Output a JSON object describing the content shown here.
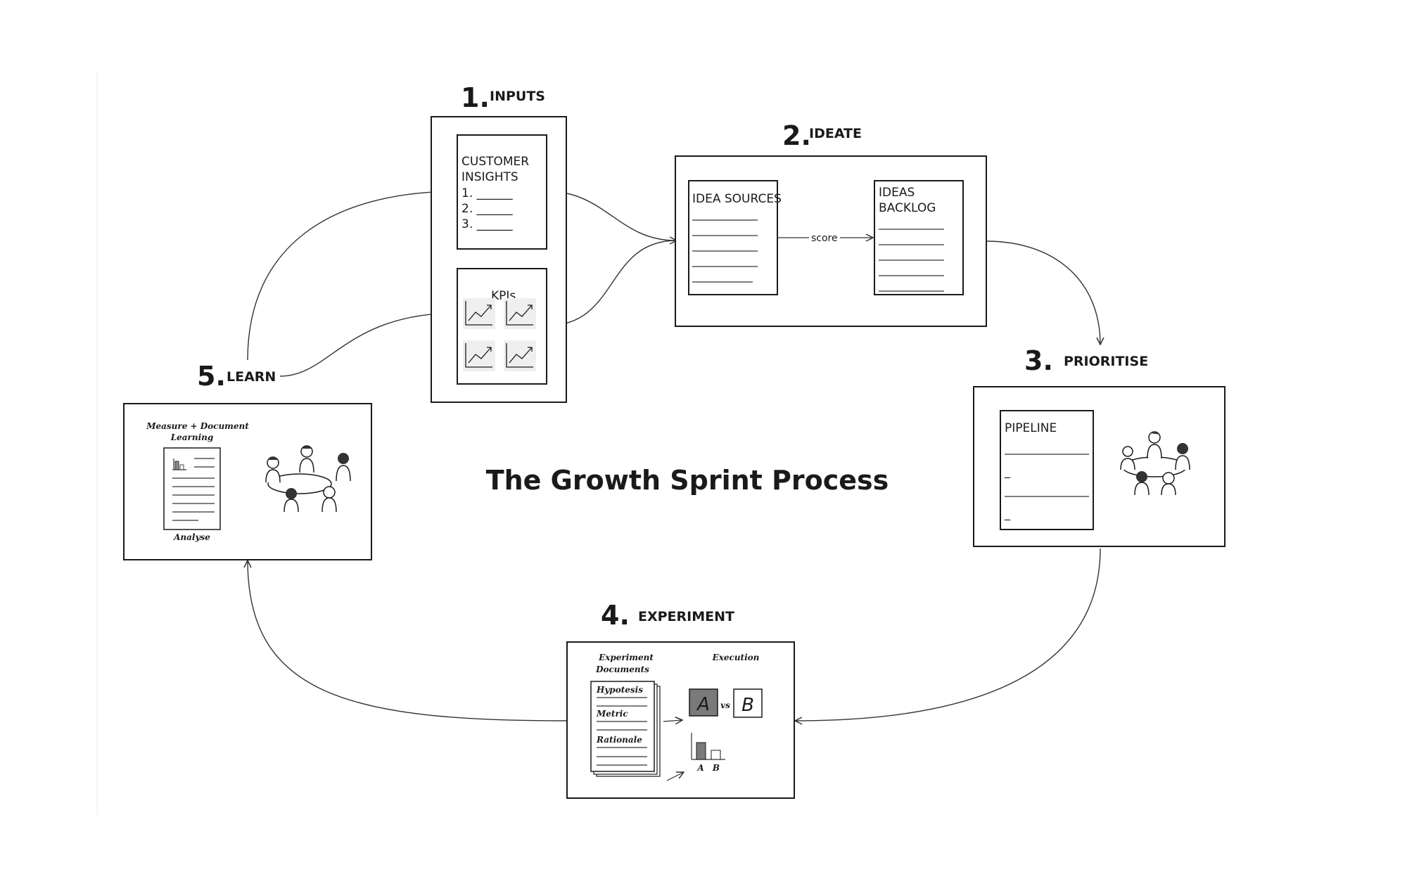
{
  "title": "The Growth Sprint Process",
  "steps": {
    "inputs": {
      "number": "1.",
      "label": "INPUTS"
    },
    "ideate": {
      "number": "2.",
      "label": "IDEATE"
    },
    "prioritise": {
      "number": "3.",
      "label": "PRIORITISE"
    },
    "experiment": {
      "number": "4.",
      "label": "EXPERIMENT"
    },
    "learn": {
      "number": "5.",
      "label": "LEARN"
    }
  },
  "inputs": {
    "customer_insights": {
      "line1": "CUSTOMER",
      "line2": "INSIGHTS",
      "items": [
        "1. ______",
        "2. ______",
        "3. ______"
      ]
    },
    "kpis_label": "KPIs"
  },
  "ideate": {
    "idea_sources": "IDEA SOURCES",
    "score_label": "score",
    "ideas_backlog": {
      "line1": "IDEAS",
      "line2": "BACKLOG"
    }
  },
  "prioritise": {
    "pipeline": "PIPELINE",
    "dashes": [
      "_",
      "_"
    ]
  },
  "experiment": {
    "documents_heading": {
      "line1": "Experiment",
      "line2": "Documents"
    },
    "execution_heading": "Execution",
    "doc_fields": [
      "Hypotesis",
      "Metric",
      "Rationale"
    ],
    "variant_a": "A",
    "vs": "vs",
    "variant_b": "B",
    "chart_labels": [
      "A",
      "B"
    ]
  },
  "learn": {
    "heading": {
      "line1": "Measure + Document",
      "line2": "Learning"
    },
    "caption": "Analyse"
  }
}
